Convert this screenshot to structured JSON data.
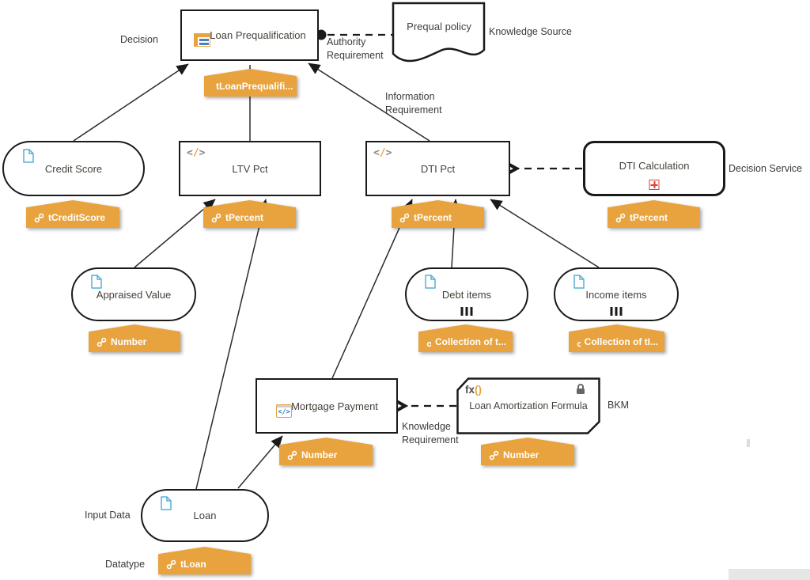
{
  "colors": {
    "accent_orange": "#E8A33E",
    "node_border": "#1a1a1a",
    "doc_icon_blue": "#56AFD8",
    "table_icon_blue": "#4a7fc1",
    "boxed_code_blue": "#2e6fba",
    "expand_icon_red": "#E03C31",
    "badge_text": "#ffffff",
    "label_text": "#3a3a3a"
  },
  "nodes": {
    "loan_prequalification": {
      "label": "Loan Prequalification",
      "badge": "tLoanPrequalifi..."
    },
    "prequal_policy": {
      "label": "Prequal policy"
    },
    "credit_score": {
      "label": "Credit Score",
      "badge": "tCreditScore"
    },
    "ltv_pct": {
      "label": "LTV Pct",
      "badge": "tPercent"
    },
    "dti_pct": {
      "label": "DTI Pct",
      "badge": "tPercent"
    },
    "dti_calculation": {
      "label": "DTI Calculation",
      "badge": "tPercent"
    },
    "appraised_value": {
      "label": "Appraised Value",
      "badge": "Number"
    },
    "debt_items": {
      "label": "Debt items",
      "badge": "Collection of t..."
    },
    "income_items": {
      "label": "Income items",
      "badge": "Collection of tI..."
    },
    "mortgage_payment": {
      "label": "Mortgage Payment",
      "badge": "Number"
    },
    "loan_amortization_formula": {
      "label": "Loan Amortization Formula",
      "badge": "Number"
    },
    "loan": {
      "label": "Loan",
      "badge": "tLoan"
    }
  },
  "annotations": {
    "decision": "Decision",
    "knowledge_source": "Knowledge Source",
    "authority_requirement": "Authority Requirement",
    "information_requirement": "Information Requirement",
    "decision_service": "Decision Service",
    "bkm": "BKM",
    "knowledge_requirement": "Knowledge Requirement",
    "input_data": "Input Data",
    "datatype": "Datatype"
  },
  "icons": {
    "code_open": "<",
    "code_slash": "/",
    "code_close": ">",
    "boxed_code": "</>",
    "fx": "fx",
    "fx_parens": "()",
    "datatype_link": "chain-link-icon",
    "decision_table": "table-icon",
    "document": "page-icon",
    "collection_marker": "III",
    "expand": "plus-icon",
    "lock": "lock-icon"
  }
}
